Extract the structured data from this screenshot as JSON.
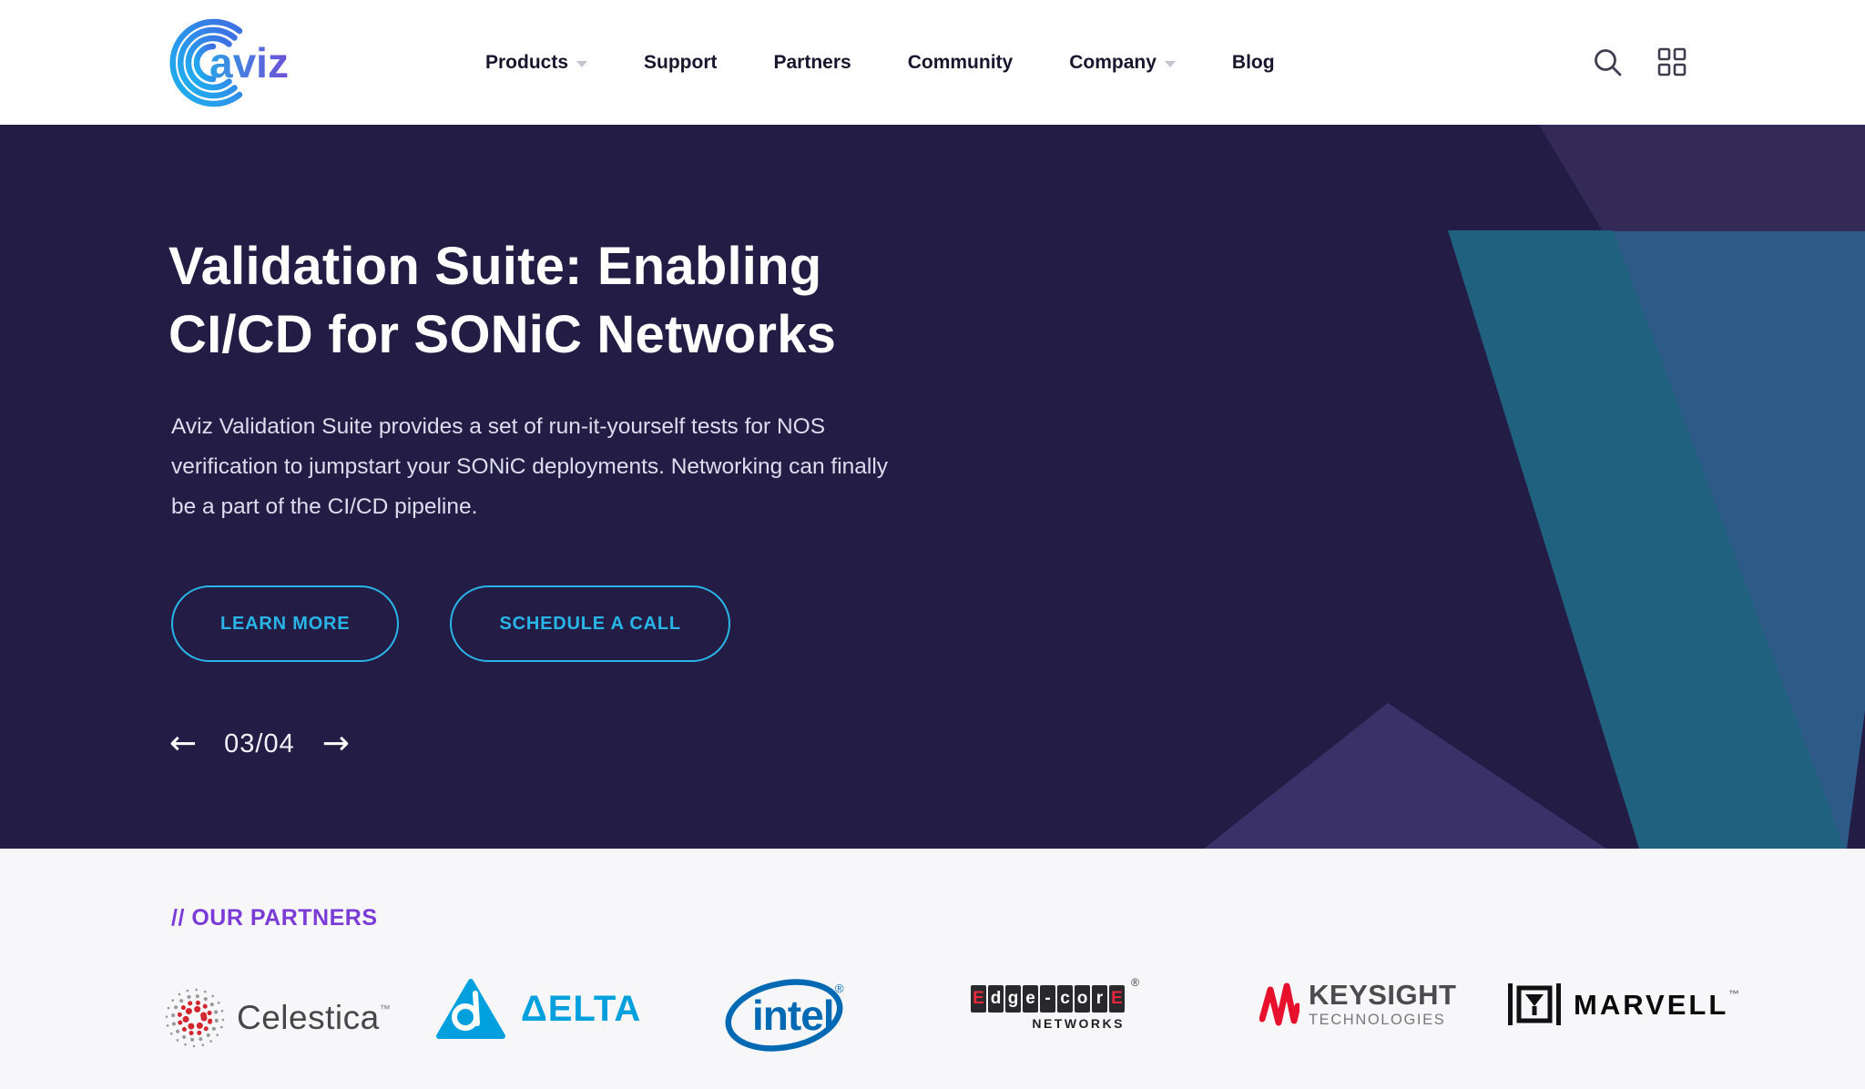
{
  "header": {
    "brand": "aviz",
    "nav": [
      {
        "label": "Products",
        "has_dropdown": true
      },
      {
        "label": "Support",
        "has_dropdown": false
      },
      {
        "label": "Partners",
        "has_dropdown": false
      },
      {
        "label": "Community",
        "has_dropdown": false
      },
      {
        "label": "Company",
        "has_dropdown": true
      },
      {
        "label": "Blog",
        "has_dropdown": false
      }
    ]
  },
  "hero": {
    "title_line1": "Validation Suite: Enabling",
    "title_line2": "CI/CD for SONiC Networks",
    "description": "Aviz Validation Suite provides a set of run-it-yourself tests for NOS verification to jumpstart your SONiC deployments. Networking can finally be a part of the CI/CD pipeline.",
    "learn_more_label": "LEARN MORE",
    "schedule_call_label": "SCHEDULE A CALL",
    "pagination": {
      "display": "03/04",
      "prev_arrow": "←",
      "next_arrow": "→"
    }
  },
  "partners": {
    "heading": "// OUR PARTNERS",
    "logos": [
      {
        "name": "Celestica",
        "text": "Celestica",
        "tm": "™"
      },
      {
        "name": "Delta",
        "text": "ΔELTA"
      },
      {
        "name": "Intel",
        "text": "intel",
        "reg": "®"
      },
      {
        "name": "Edge-core",
        "letters": [
          "E",
          "d",
          "g",
          "e",
          "-",
          "c",
          "o",
          "r",
          "E"
        ],
        "subtext": "NETWORKS",
        "reg": "®"
      },
      {
        "name": "Keysight",
        "line1": "KEYSIGHT",
        "line2": "TECHNOLOGIES"
      },
      {
        "name": "Marvell",
        "text": "MARVELL",
        "tm": "™"
      }
    ]
  },
  "colors": {
    "accent_cyan": "#2ab5e8",
    "hero_background": "#231d45",
    "hero_shape_teal": "#206180",
    "hero_shape_blue": "#2e5a88",
    "hero_shape_purple_light": "#332a58",
    "hero_shape_triangle": "#3a3168",
    "partners_heading_purple": "#7a3bd6",
    "partners_background": "#f7f7f9",
    "nav_text": "#17162c"
  }
}
